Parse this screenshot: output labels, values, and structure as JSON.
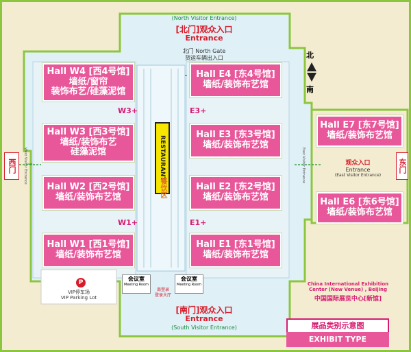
{
  "north_gate": {
    "en": "(North Visitor Entrance)",
    "cn": "[北门]观众入口",
    "entrance": "Entrance",
    "freight_cn": "北门 North Gate",
    "freight_en": "货运车辆出入口"
  },
  "south_gate": {
    "cn": "[南门]观众入口",
    "entrance": "Entrance",
    "en": "(South Visitor Entrance)",
    "meeting_room_cn": "会议室",
    "meeting_room_en": "Meeting Room",
    "hall_cn": "南登录",
    "hall_en": "登录大厅"
  },
  "west_gate": {
    "label": "西门",
    "vertical_text": "West Visitor Entrance"
  },
  "east_gate": {
    "label": "东门",
    "cn": "观众入口",
    "entrance": "Entrance",
    "en": "(East Visitor Entrance)",
    "vertical_text": "East Visitor Entrance"
  },
  "compass": {
    "north": "北",
    "south": "南"
  },
  "restaurant": {
    "en": "RESTAURANT",
    "cn": "餐饮区"
  },
  "halls": {
    "w4": {
      "name": "Hall W4 [西4号馆]",
      "type1": "墙纸/窗帘",
      "type2": "装饰布艺/硅藻泥馆"
    },
    "w3": {
      "name": "Hall W3 [西3号馆]",
      "type1": "墙纸/装饰布艺",
      "type2": "硅藻泥馆"
    },
    "w2": {
      "name": "Hall W2 [西2号馆]",
      "type1": "墙纸/装饰布艺馆"
    },
    "w1": {
      "name": "Hall W1 [西1号馆]",
      "type1": "墙纸/装饰布艺馆"
    },
    "e4": {
      "name": "Hall E4 [东4号馆]",
      "type1": "墙纸/装饰布艺馆"
    },
    "e3": {
      "name": "Hall E3 [东3号馆]",
      "type1": "墙纸/装饰布艺馆"
    },
    "e2": {
      "name": "Hall E2 [东2号馆]",
      "type1": "墙纸/装饰布艺馆"
    },
    "e1": {
      "name": "Hall E1 [东1号馆]",
      "type1": "墙纸/装饰布艺馆"
    },
    "e7": {
      "name": "Hall E7 [东7号馆]",
      "type1": "墙纸/装饰布艺馆"
    },
    "e6": {
      "name": "Hall E6 [东6号馆]",
      "type1": "墙纸/装饰布艺馆"
    }
  },
  "plus_halls": {
    "w3": "W3+",
    "w1": "W1+",
    "e3": "E3+",
    "e1": "E1+"
  },
  "parking": {
    "cn": "VIP停车场",
    "en": "VIP Parking Lot",
    "icon": "P"
  },
  "venue": {
    "en_line1": "China International Exhibition",
    "en_line2": "Center (New Venue) , Beijing",
    "cn": "中国国际展览中心[新馆]"
  },
  "legend": {
    "cn": "展品类别示意图",
    "en": "EXHIBIT TYPE"
  },
  "colors": {
    "hall": "#e8579a",
    "accent_green": "#8cc63f",
    "gate_red": "#d81b2a",
    "restaurant": "#f7e600"
  }
}
